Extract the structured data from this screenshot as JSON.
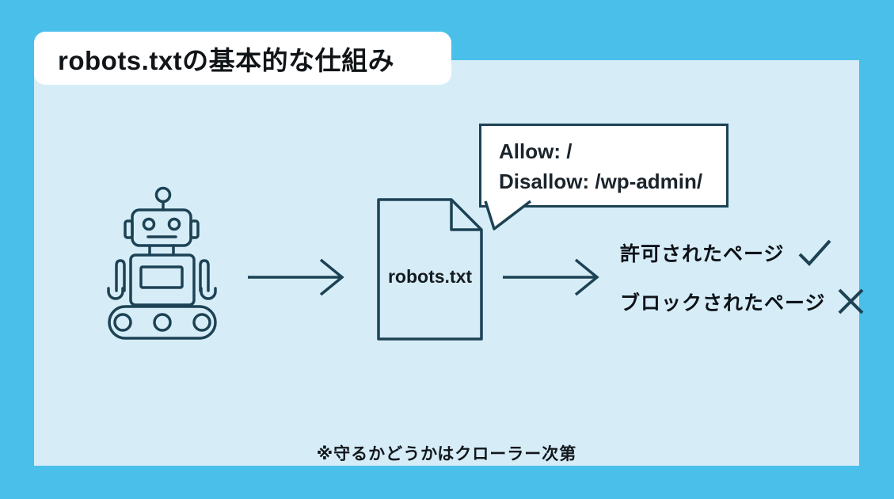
{
  "title": "robots.txtの基本的な仕組み",
  "bubble": {
    "line1": "Allow: /",
    "line2": "Disallow: /wp-admin/"
  },
  "document": {
    "label": "robots.txt"
  },
  "results": {
    "allowed_label": "許可されたページ",
    "allowed_mark": "check",
    "blocked_label": "ブロックされたページ",
    "blocked_mark": "cross"
  },
  "footnote": "※守るかどうかはクローラー次第",
  "icons": {
    "left": "robot-crawler-icon",
    "center": "file-document-icon",
    "flow": "arrow-right-icon",
    "allowed": "check-icon",
    "blocked": "cross-icon"
  },
  "colors": {
    "background": "#49BFE9",
    "panel": "#D6EDF8",
    "stroke": "#1C4254",
    "card": "#FFFFFF",
    "text": "#111518"
  }
}
